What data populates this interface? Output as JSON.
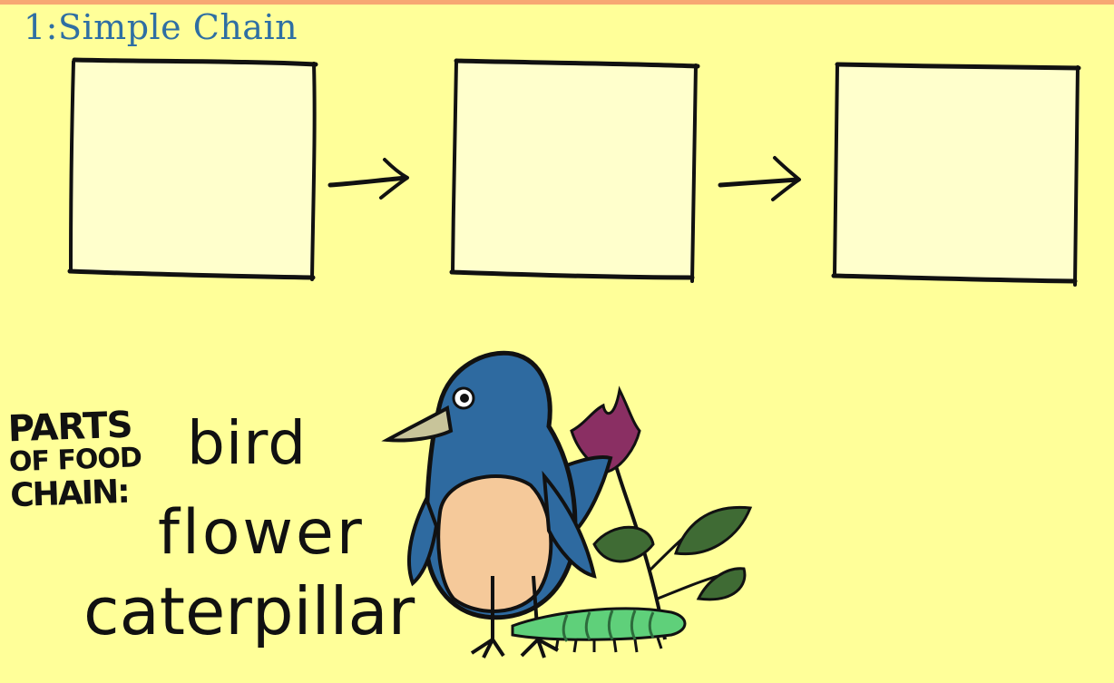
{
  "header": {
    "title": "1:Simple Chain"
  },
  "chain": {
    "boxes": [
      {
        "id": "box1",
        "content": ""
      },
      {
        "id": "box2",
        "content": ""
      },
      {
        "id": "box3",
        "content": ""
      }
    ]
  },
  "word_bank": {
    "label_line1": "PARTS",
    "label_line2": "OF FOOD",
    "label_line3": "CHAIN:",
    "words": [
      "bird",
      "flower",
      "caterpillar"
    ]
  },
  "colors": {
    "background": "#ffff99",
    "box_fill": "#ffffcc",
    "title": "#2f6fa3",
    "bird_body": "#2e6aa0",
    "bird_belly": "#f5c99a",
    "flower": "#8a2f63",
    "leaves": "#3f6b34",
    "caterpillar": "#5fd07a"
  },
  "illustration": {
    "icon": "bird-flower-caterpillar-illustration"
  }
}
